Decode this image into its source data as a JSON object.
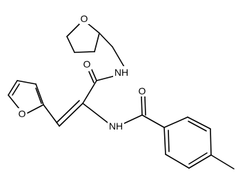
{
  "molecule": {
    "atoms": {
      "furan_oxygen": "O",
      "thf_oxygen": "O",
      "carbonyl_oxygen_top": "O",
      "carbonyl_oxygen_right": "O",
      "amide_nh_top": "NH",
      "amide_nh_bottom": "NH"
    },
    "colors": {
      "bond": "#000000",
      "label": "#000000",
      "background": "#ffffff"
    }
  }
}
